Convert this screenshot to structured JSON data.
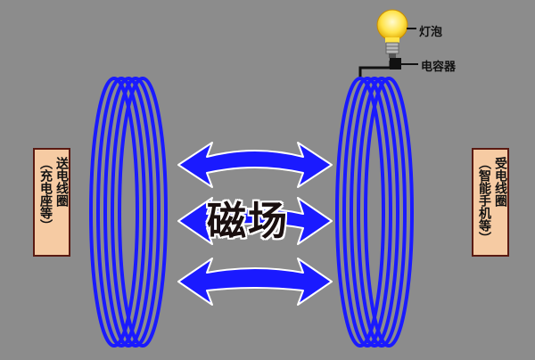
{
  "labels": {
    "bulb": "灯泡",
    "capacitor": "电容器",
    "magnetic_field": "磁场",
    "sender_coil_col1": "送电线圈",
    "sender_coil_col2": "（充电座等）",
    "receiver_coil_col1": "受电线圈",
    "receiver_coil_col2": "（智能手机等）"
  },
  "colors": {
    "background": "#8c8c8c",
    "coil": "#1a1aff",
    "arrow": "#1a1aff",
    "label_box": "#f6cba3",
    "bulb": "#ffd200"
  },
  "icons": {
    "bulb": "light-bulb-icon",
    "capacitor": "capacitor-icon",
    "arrow": "double-headed-arrow"
  }
}
